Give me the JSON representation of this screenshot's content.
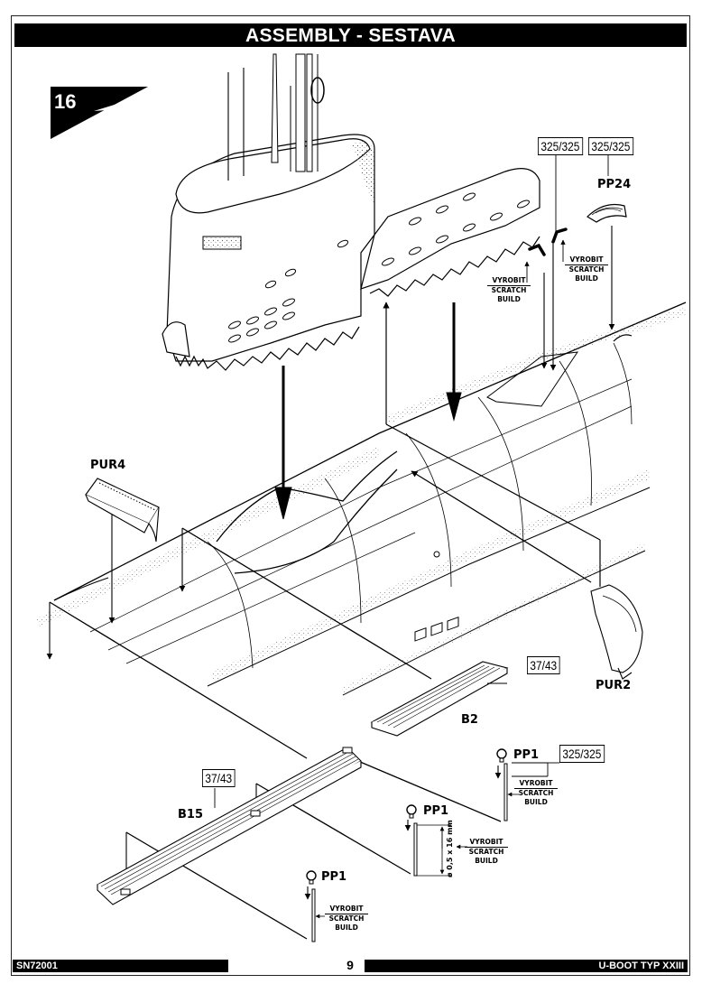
{
  "page": {
    "header_title": "ASSEMBLY - SESTAVA",
    "step_number": "16",
    "footer": {
      "kit_code": "SN72001",
      "page_number": "9",
      "model_name": "U-BOOT TYP XXIII"
    }
  },
  "parts": {
    "pur4": "PUR4",
    "pur2": "PUR2",
    "pp24": "PP24",
    "b2": "B2",
    "b15": "B15",
    "pp1_a": "PP1",
    "pp1_b": "PP1",
    "pp1_c": "PP1"
  },
  "references": {
    "top_left_ref": "325/325",
    "top_right_ref": "325/325",
    "b2_ref": "37/43",
    "b15_ref": "37/43",
    "pp1_ref": "325/325"
  },
  "scratch_notes": {
    "czech": "VYROBIT",
    "line1": "SCRATCH",
    "line2": "BUILD"
  },
  "dimension_note": "ø 0,5 x 16 mm"
}
